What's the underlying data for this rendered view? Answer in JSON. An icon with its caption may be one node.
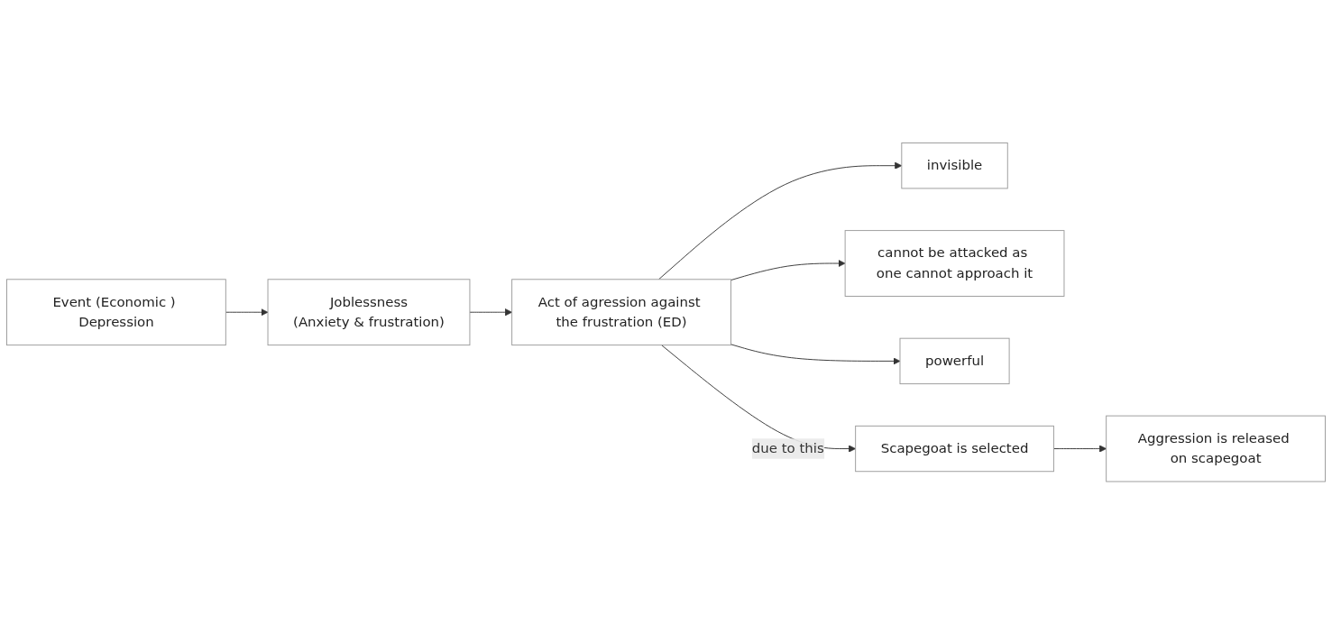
{
  "diagram": {
    "nodes": [
      {
        "text": [
          "Event (Economic ) Depression"
        ]
      },
      {
        "text": [
          "Joblessness",
          "(Anxiety & frustration)"
        ]
      },
      {
        "text": [
          "Act of agression against the frustration (ED)"
        ]
      },
      {
        "text": [
          "invisible"
        ]
      },
      {
        "text": [
          "cannot be attacked as one cannot approach it"
        ]
      },
      {
        "text": [
          "powerful"
        ]
      },
      {
        "text": [
          "Scapegoat is selected"
        ]
      },
      {
        "text": [
          "Aggression is released on scapegoat"
        ]
      }
    ],
    "edges": [
      {
        "from": 0,
        "to": 1,
        "arrow": "to"
      },
      {
        "from": 1,
        "to": 2,
        "arrow": "to"
      },
      {
        "from": 2,
        "to": 3,
        "arrow": "to"
      },
      {
        "from": 2,
        "to": 4,
        "arrow": "to"
      },
      {
        "from": 2,
        "to": 5,
        "arrow": "to"
      },
      {
        "from": 2,
        "to": 6,
        "label": "due to this",
        "arrow": "to"
      },
      {
        "from": 6,
        "to": 7,
        "arrow": "to"
      }
    ]
  }
}
